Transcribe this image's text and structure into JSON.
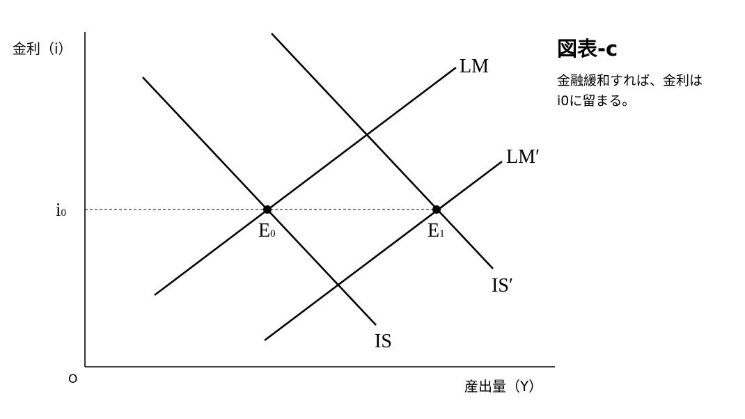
{
  "figure": {
    "title": "図表-c",
    "caption_lines": [
      "金融緩和すれば、金利は",
      "i0に留まる。"
    ]
  },
  "axes": {
    "y_label": "金利（i）",
    "x_label": "産出量（Y）",
    "origin": "O"
  },
  "level": {
    "label": "i",
    "subscript": "0"
  },
  "curves": [
    {
      "id": "lm",
      "label": "LM"
    },
    {
      "id": "lm-prime",
      "label": "LM′"
    },
    {
      "id": "is",
      "label": "IS"
    },
    {
      "id": "is-prime",
      "label": "IS′"
    }
  ],
  "points": [
    {
      "id": "e0",
      "label": "E",
      "subscript": "0"
    },
    {
      "id": "e1",
      "label": "E",
      "subscript": "1"
    }
  ],
  "colors": {
    "ink": "#000000",
    "background": "#ffffff"
  }
}
